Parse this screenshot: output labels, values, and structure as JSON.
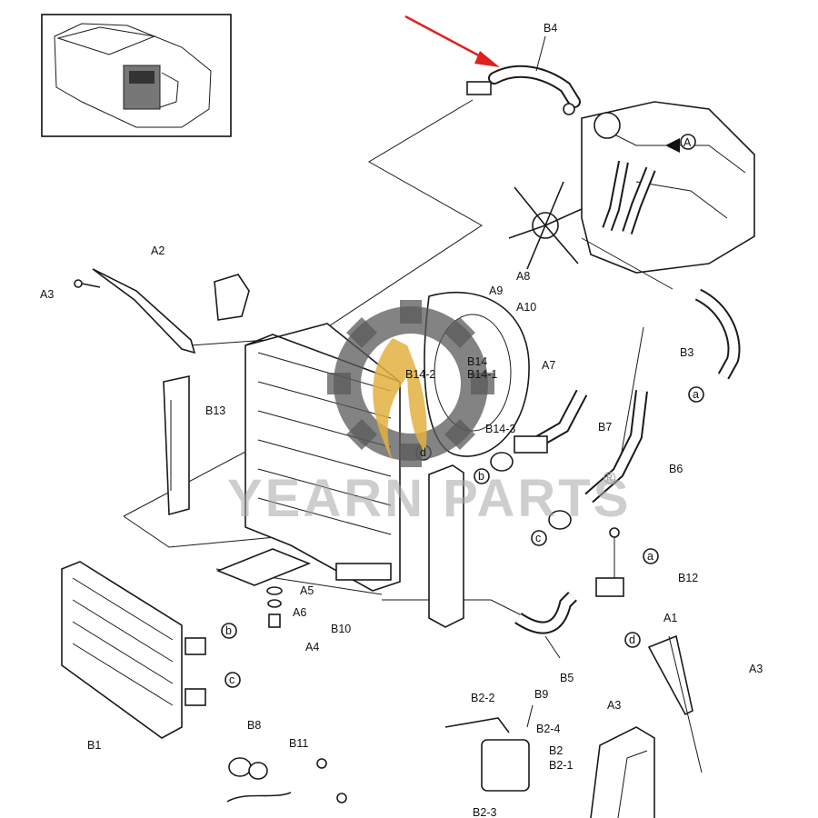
{
  "watermark": {
    "brand": "YEARN PARTS",
    "registered": "®"
  },
  "callouts": {
    "B4": "B4",
    "A3_top": "A3",
    "A2": "A2",
    "A8": "A8",
    "A9": "A9",
    "A10": "A10",
    "A7": "A7",
    "B14": "B14",
    "B14_1": "B14-1",
    "B14_2": "B14-2",
    "B14_3": "B14-3",
    "B13": "B13",
    "B3": "B3",
    "B7": "B7",
    "B6": "B6",
    "B12": "B12",
    "A5": "A5",
    "A6": "A6",
    "A4": "A4",
    "B10": "B10",
    "B1": "B1",
    "B5": "B5",
    "A1": "A1",
    "A3_right": "A3",
    "A3_lower": "A3",
    "B8": "B8",
    "B11": "B11",
    "B9": "B9",
    "B2_2": "B2-2",
    "B2_4": "B2-4",
    "B2": "B2",
    "B2_1": "B2-1",
    "B2_3": "B2-3"
  },
  "connectors": {
    "a": "a",
    "b": "b",
    "c": "c",
    "d": "d",
    "A": "A"
  },
  "colors": {
    "highlight_arrow": "#e02020",
    "watermark_gear": "#5a5a5a",
    "watermark_flame": "#e3b041"
  }
}
